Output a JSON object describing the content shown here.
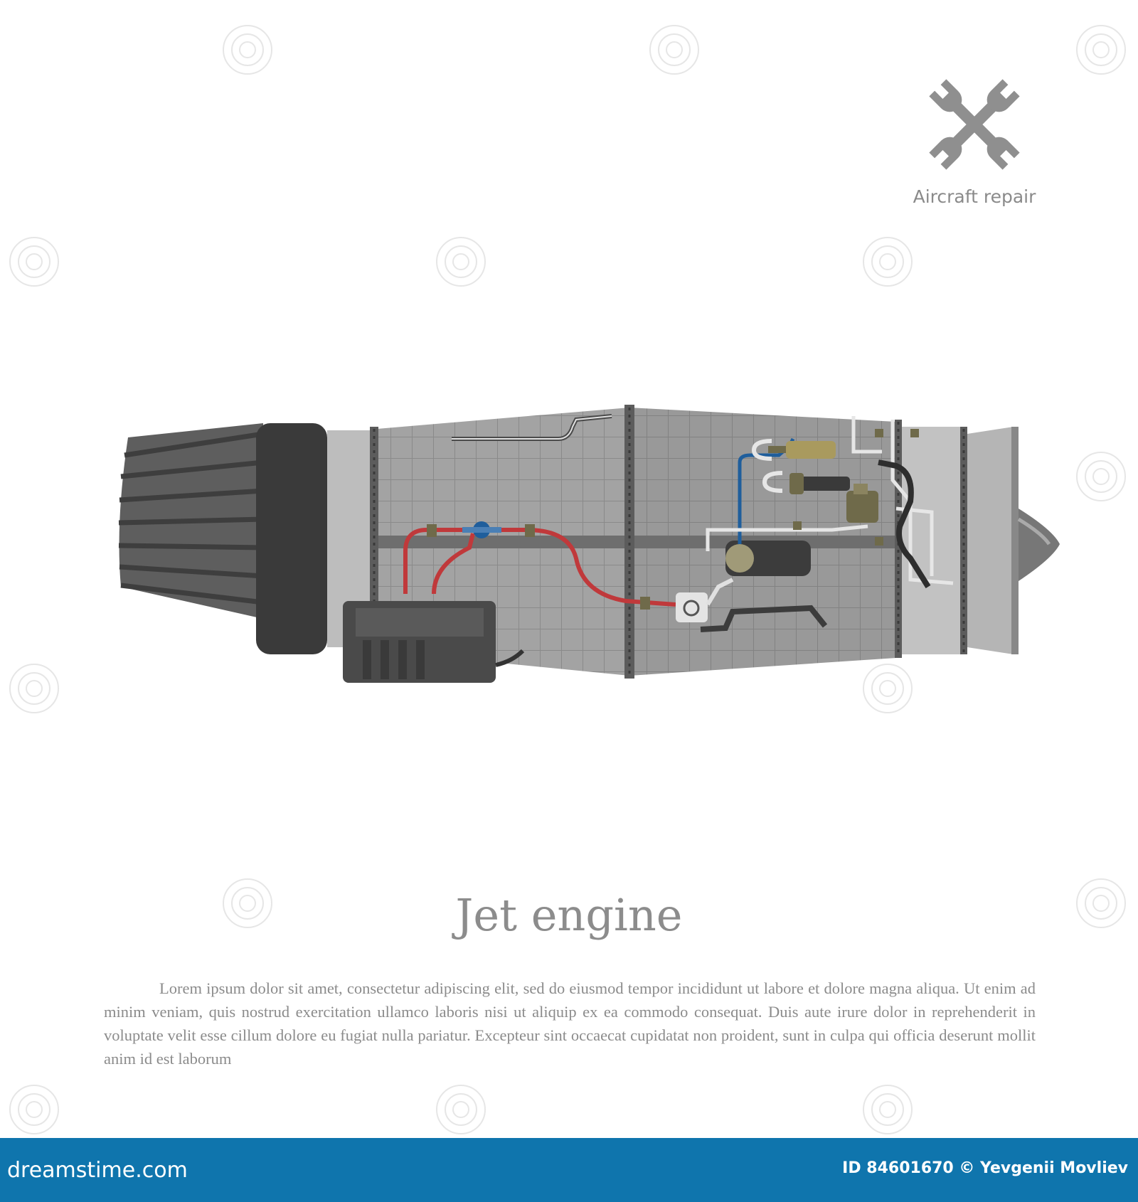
{
  "badge": {
    "icon": "crossed-wrenches-icon",
    "label": "Aircraft repair"
  },
  "illustration": {
    "subject": "jet engine",
    "colors": {
      "casing": "#9a9a9a",
      "grid_lines": "#7c7c7c",
      "inlet": "#3a3a3a",
      "fuel_line_red": "#c0393b",
      "fuel_line_blue": "#1f5e9c",
      "brass_fittings": "#a99a5e"
    }
  },
  "title": "Jet engine",
  "body": "Lorem ipsum dolor sit amet, consectetur adipiscing elit, sed do eiusmod tempor incididunt ut labore et dolore magna aliqua. Ut enim ad minim veniam, quis nostrud exercitation ullamco laboris nisi ut aliquip ex ea commodo consequat. Duis aute irure dolor in reprehenderit in voluptate velit esse cillum dolore eu fugiat nulla pariatur. Excepteur sint occaecat cupidatat non proident, sunt in culpa qui officia deserunt mollit anim id est laborum",
  "footer": {
    "logo": "dreamstime.com",
    "credit": "ID 84601670 © Yevgenii Movliev",
    "background": "#0f75ad"
  }
}
